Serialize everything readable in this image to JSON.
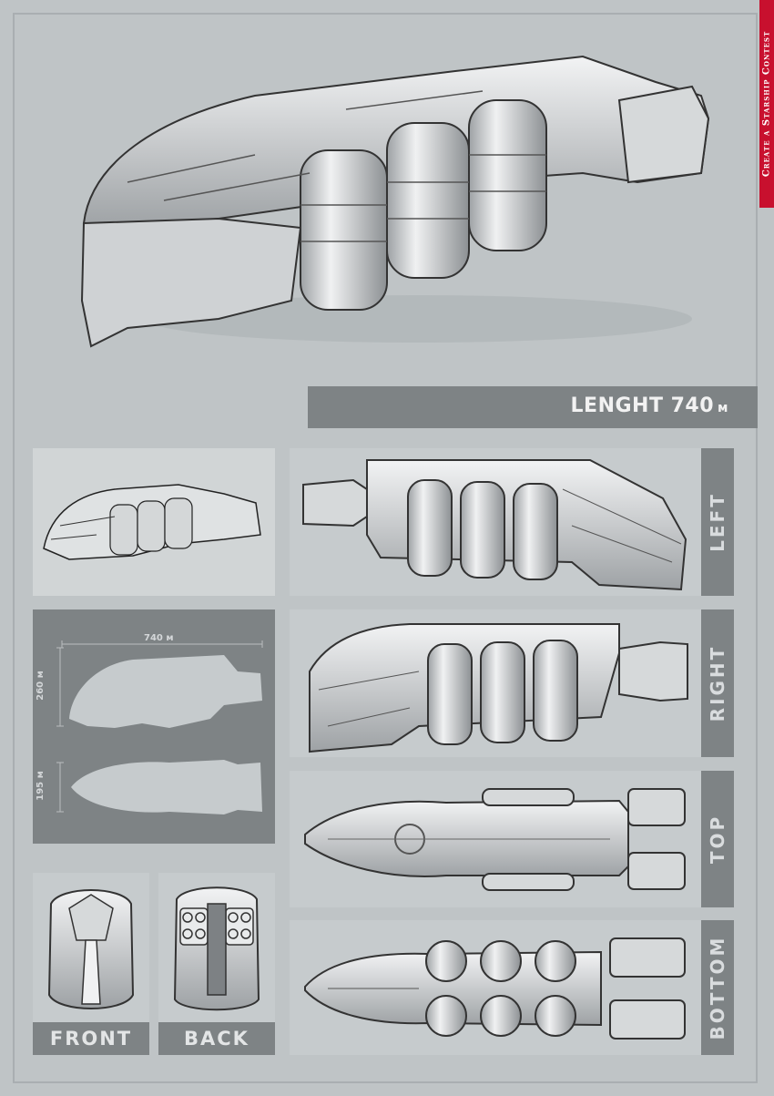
{
  "contest_banner": "Create a Starship Contest",
  "length_label": "LENGHT 740",
  "length_unit": "м",
  "views": {
    "left": "LEFT",
    "right": "RIGHT",
    "top": "TOP",
    "bottom": "BOTTOM",
    "front": "FRONT",
    "back": "BACK"
  },
  "dimensions": {
    "length": "740 м",
    "height": "260 м",
    "width": "195 м"
  },
  "colors": {
    "background": "#bfc4c6",
    "banner_red": "#c8102e",
    "label_bar": "#7e8385",
    "hull_light": "#e4e6e7",
    "hull_shadow": "#8c9093"
  }
}
